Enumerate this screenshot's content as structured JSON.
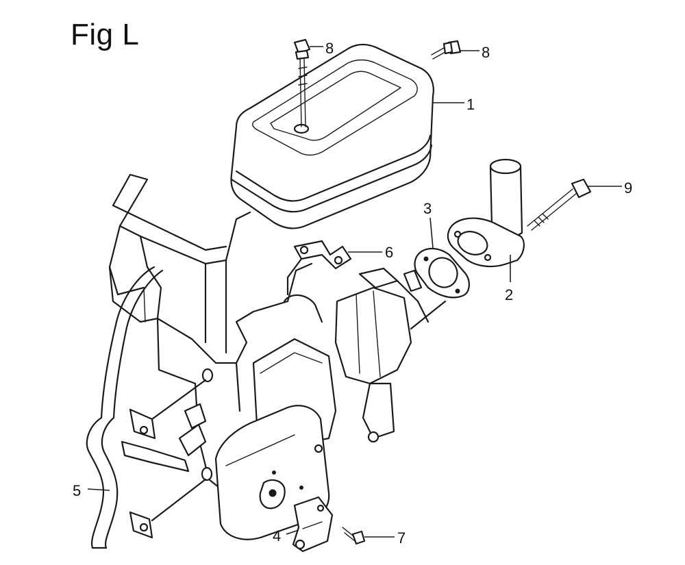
{
  "figure": {
    "title": "Fig L"
  },
  "callouts": {
    "c1": "1",
    "c2": "2",
    "c3": "3",
    "c4": "4",
    "c5": "5",
    "c6": "6",
    "c7": "7",
    "c8a": "8",
    "c8b": "8",
    "c9": "9"
  }
}
